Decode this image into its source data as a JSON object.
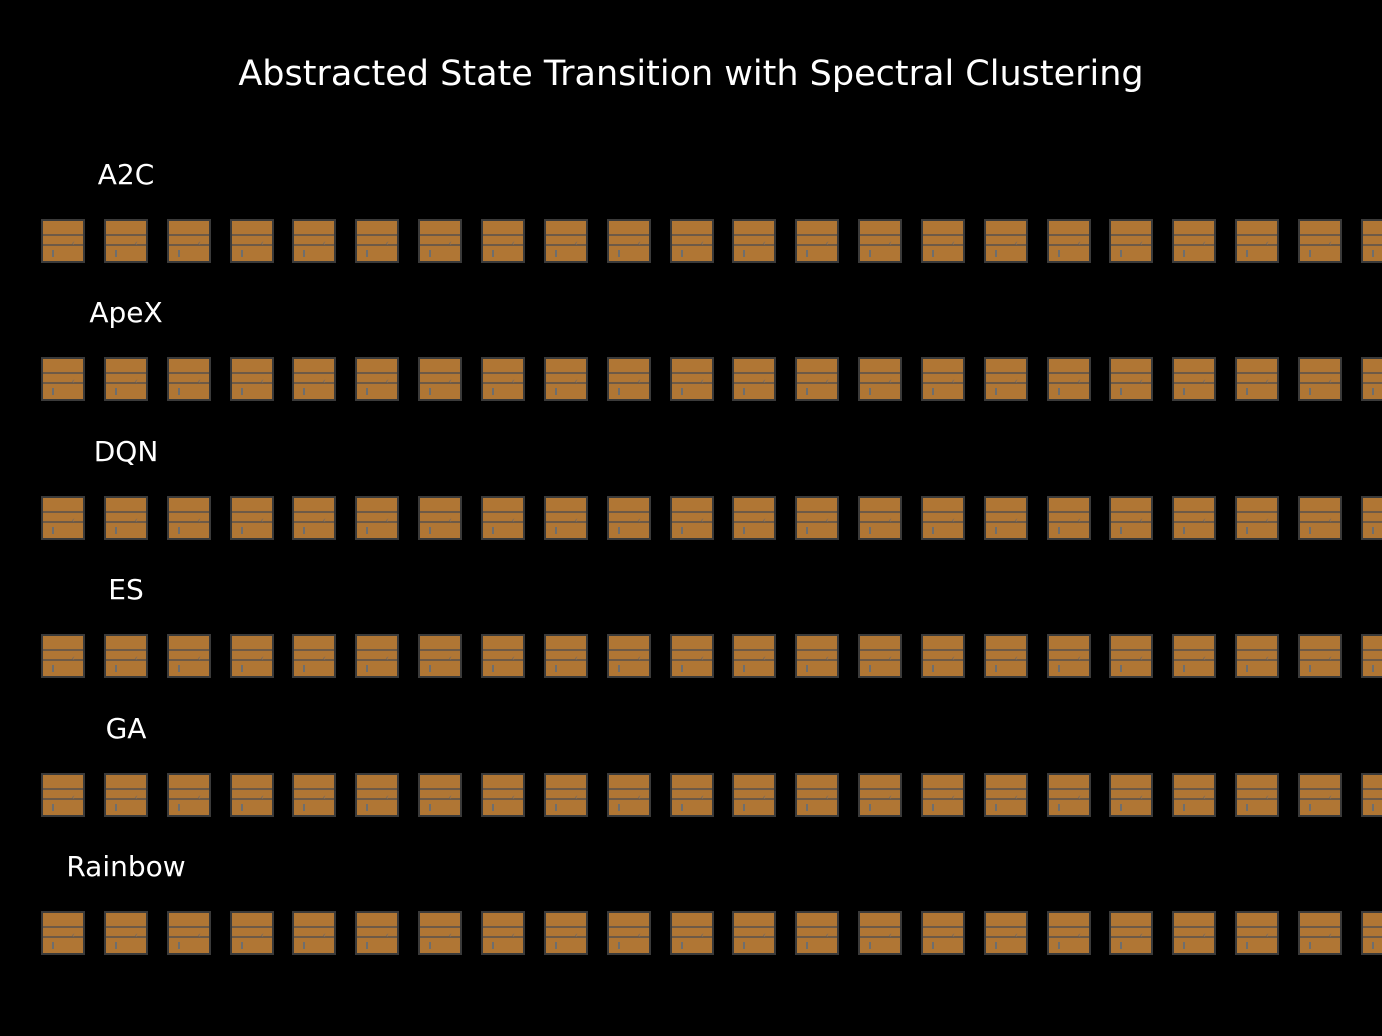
{
  "title": "Abstracted State Transition with Spectral Clustering",
  "frames_per_row": 22,
  "frame_colors": {
    "background": "#000000",
    "frame_fill": "#b07634",
    "frame_border": "#3a3a3a",
    "frame_band": "#6e5a46"
  },
  "rows": [
    {
      "label": "A2C"
    },
    {
      "label": "ApeX"
    },
    {
      "label": "DQN"
    },
    {
      "label": "ES"
    },
    {
      "label": "GA"
    },
    {
      "label": "Rainbow"
    }
  ]
}
